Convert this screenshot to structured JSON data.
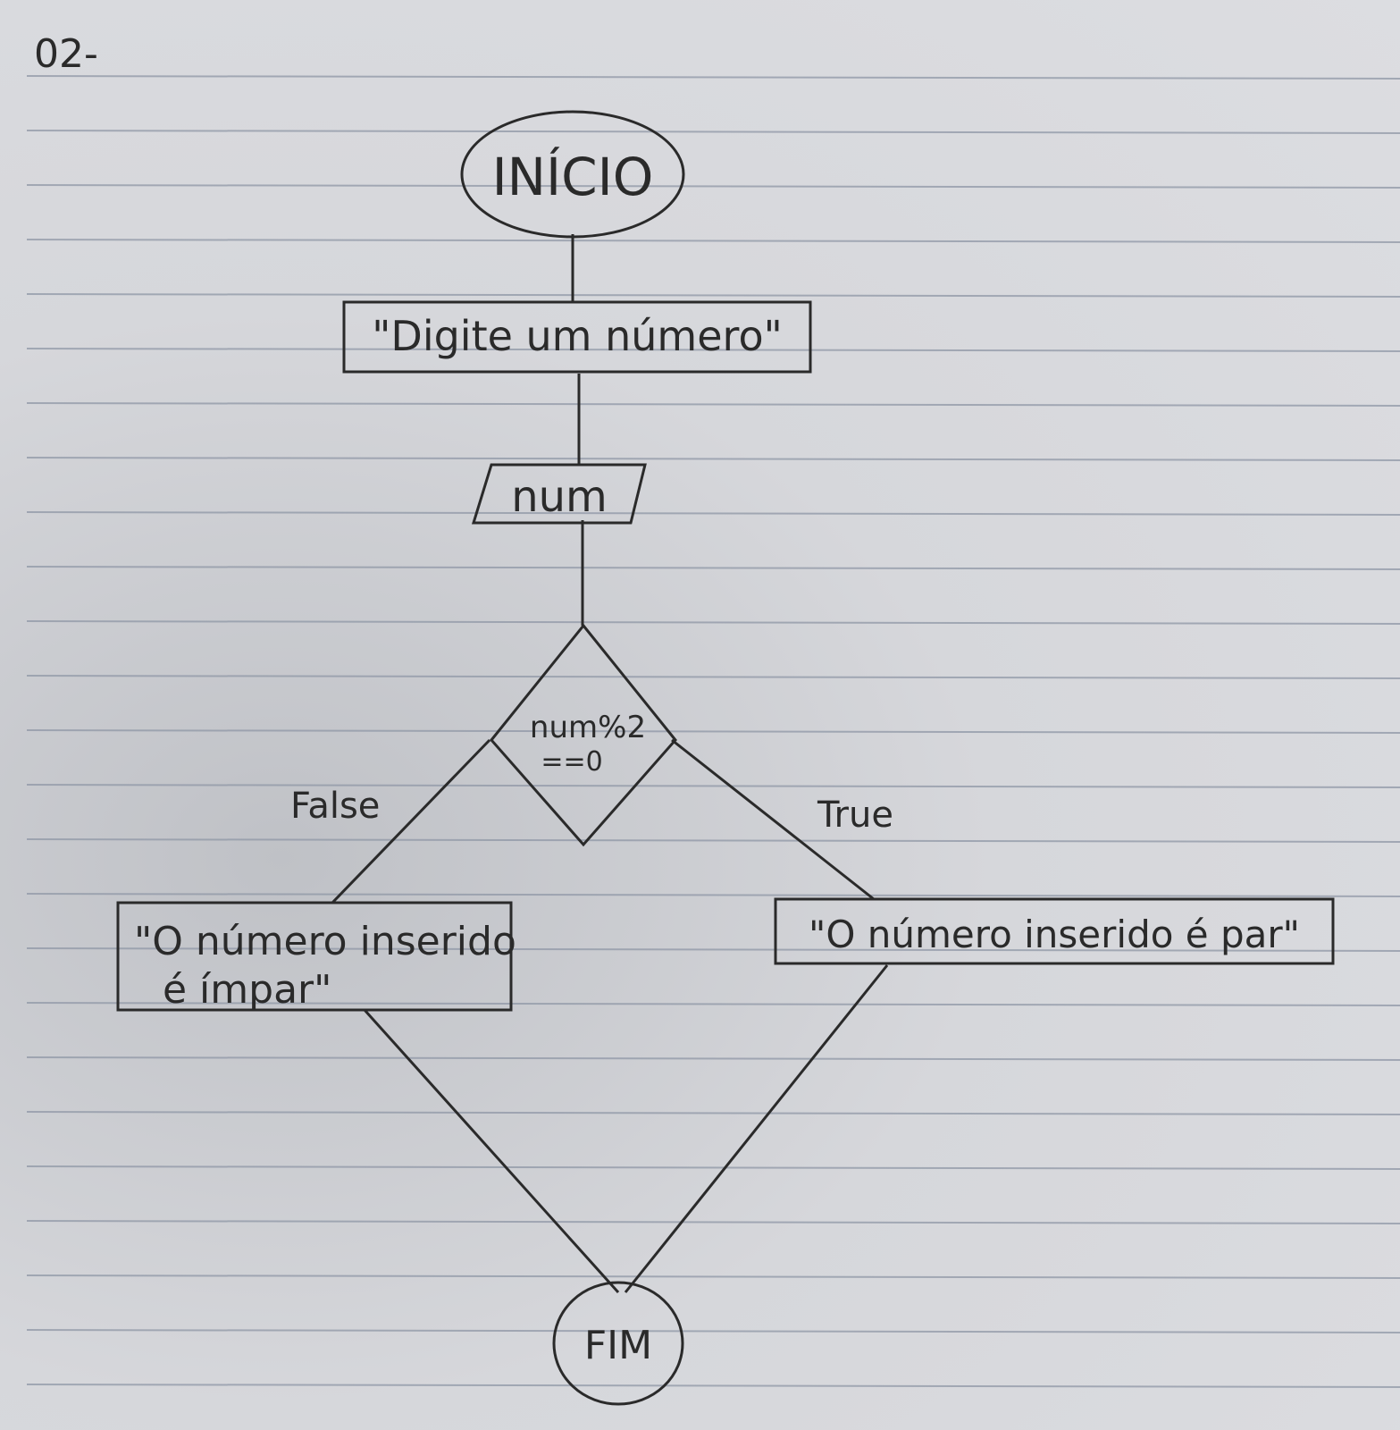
{
  "page": {
    "number_label": "02-"
  },
  "flowchart": {
    "start": "INÍCIO",
    "prompt": "\"Digite um número\"",
    "input": "num",
    "decision_line1": "num%2",
    "decision_line2": "==0",
    "false_label": "False",
    "true_label": "True",
    "output_false_line1": "\"O número inserido",
    "output_false_line2": "é ímpar\"",
    "output_true": "\"O número inserido é par\"",
    "end": "FIM"
  },
  "colors": {
    "ink": "#2a2a2a",
    "rule_line": "#8f97a6",
    "paper": "#d9dade"
  }
}
